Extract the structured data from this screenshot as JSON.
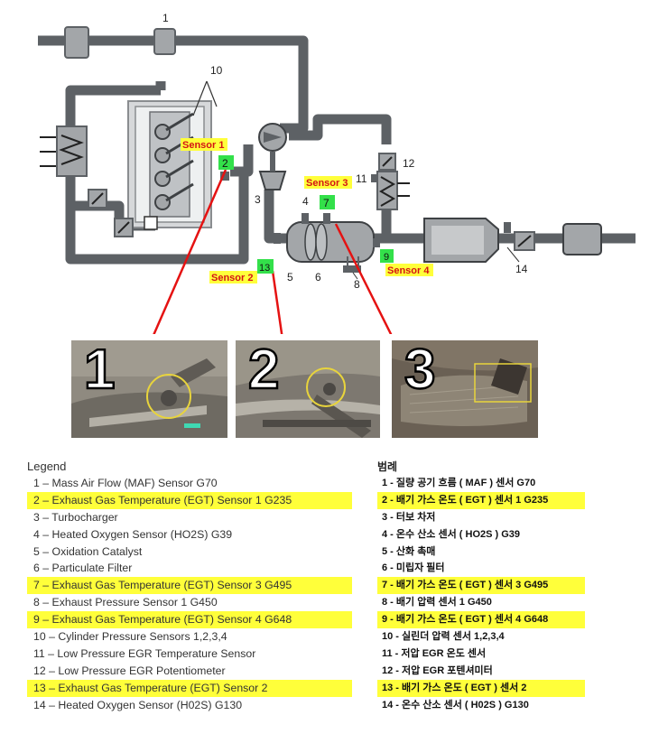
{
  "colors": {
    "pipe": "#5d6165",
    "component": "#a3a6a9",
    "highlight": "#ffff3a",
    "sensor_tag_bg": "#33e04a",
    "sensor_label_text": "#d41414",
    "link_line": "#e51212"
  },
  "diagram": {
    "callouts": [
      "1",
      "10",
      "12",
      "11",
      "4",
      "3",
      "5",
      "6",
      "8",
      "14"
    ],
    "green_tags": [
      "2",
      "7",
      "9",
      "13"
    ],
    "sensor_labels": [
      "Sensor 1",
      "Sensor 2",
      "Sensor 3",
      "Sensor 4"
    ]
  },
  "photos": [
    "1",
    "2",
    "3"
  ],
  "legend_en": {
    "title": "Legend",
    "items": [
      {
        "text": "1 – Mass Air Flow (MAF) Sensor G70",
        "highlight": false
      },
      {
        "text": "2 – Exhaust Gas Temperature (EGT) Sensor 1 G235",
        "highlight": true
      },
      {
        "text": "3 – Turbocharger",
        "highlight": false
      },
      {
        "text": "4 – Heated Oxygen Sensor (HO2S) G39",
        "highlight": false
      },
      {
        "text": "5 – Oxidation Catalyst",
        "highlight": false
      },
      {
        "text": "6 – Particulate Filter",
        "highlight": false
      },
      {
        "text": "7 – Exhaust Gas Temperature (EGT) Sensor 3 G495",
        "highlight": true
      },
      {
        "text": "8 – Exhaust Pressure Sensor 1 G450",
        "highlight": false
      },
      {
        "text": "9 – Exhaust Gas Temperature (EGT) Sensor 4 G648",
        "highlight": true
      },
      {
        "text": "10 – Cylinder Pressure Sensors 1,2,3,4",
        "highlight": false
      },
      {
        "text": "11 – Low Pressure EGR Temperature Sensor",
        "highlight": false
      },
      {
        "text": "12 – Low Pressure EGR Potentiometer",
        "highlight": false
      },
      {
        "text": "13 – Exhaust Gas Temperature (EGT) Sensor 2",
        "highlight": true
      },
      {
        "text": "14 – Heated Oxygen Sensor (H02S) G130",
        "highlight": false
      }
    ]
  },
  "legend_ko": {
    "title": "범례",
    "items": [
      {
        "text": "1 - 질량 공기 흐름 ( MAF ) 센서 G70",
        "highlight": false
      },
      {
        "text": "2 - 배기 가스 온도 ( EGT ) 센서 1 G235",
        "highlight": true
      },
      {
        "text": "3 - 터보 차저",
        "highlight": false
      },
      {
        "text": "4 - 온수 산소 센서 ( HO2S ) G39",
        "highlight": false
      },
      {
        "text": "5 - 산화 촉매",
        "highlight": false
      },
      {
        "text": "6 - 미립자 필터",
        "highlight": false
      },
      {
        "text": "7 - 배기 가스 온도 ( EGT ) 센서 3 G495",
        "highlight": true
      },
      {
        "text": "8 - 배기 압력 센서 1 G450",
        "highlight": false
      },
      {
        "text": "9 - 배기 가스 온도 ( EGT ) 센서 4 G648",
        "highlight": true
      },
      {
        "text": "10 - 실린더 압력 센서 1,2,3,4",
        "highlight": false
      },
      {
        "text": "11 - 저압 EGR 온도 센서",
        "highlight": false
      },
      {
        "text": "12 - 저압 EGR 포텐셔미터",
        "highlight": false
      },
      {
        "text": "13 - 배기 가스 온도 ( EGT ) 센서 2",
        "highlight": true
      },
      {
        "text": "14 - 온수 산소 센서 ( H02S ) G130",
        "highlight": false
      }
    ]
  }
}
